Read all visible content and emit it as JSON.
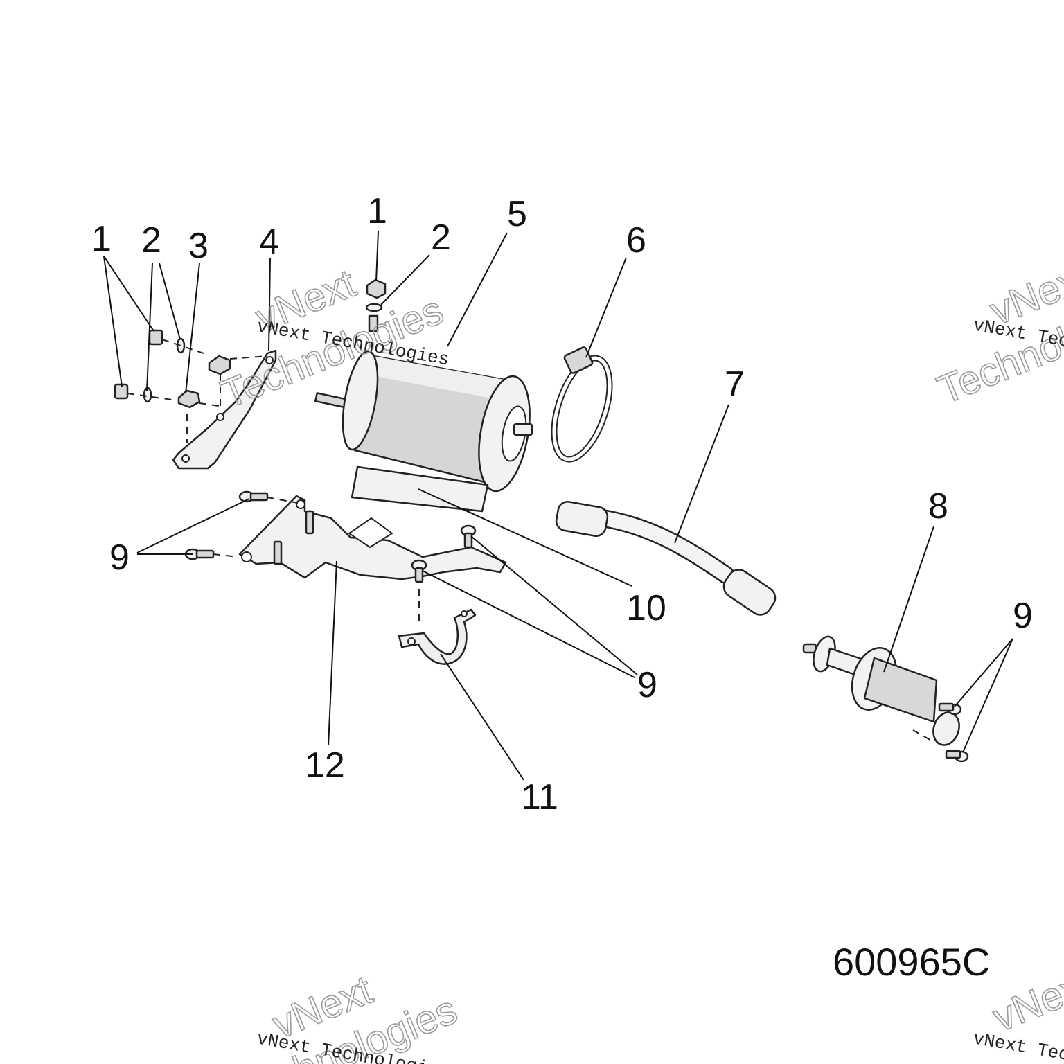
{
  "diagram": {
    "callouts": [
      "1",
      "2",
      "3",
      "4",
      "1",
      "2",
      "5",
      "6",
      "7",
      "8",
      "9",
      "10",
      "9",
      "9",
      "11",
      "12"
    ],
    "document_number": "600965C"
  },
  "watermark": {
    "line_text": "vNext Technologies",
    "word1": "vNext",
    "word2": "Technologies"
  }
}
